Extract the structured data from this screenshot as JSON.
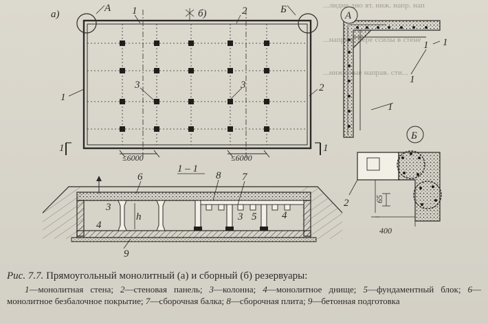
{
  "figure": {
    "part_labels": {
      "a": "а)",
      "b": "б)"
    },
    "callouts": {
      "A": "А",
      "B": "Б"
    },
    "section_label": "1 – 1",
    "section_marks": [
      "1",
      "1"
    ],
    "dimensions": {
      "span_left": "≤6000",
      "span_right": "≤6000",
      "d65": "65",
      "d400": "400",
      "h": "h"
    },
    "plan_numbers": [
      "1",
      "2",
      "3",
      "3",
      "2",
      "1",
      "1"
    ],
    "section_numbers": [
      "6",
      "8",
      "7",
      "3",
      "4",
      "3",
      "5",
      "4",
      "9"
    ],
    "detail_numbers": [
      "1",
      "1",
      "1",
      "1",
      "2"
    ]
  },
  "caption": {
    "prefix": "Рис. 7.7.",
    "title": "Прямоугольный монолитный (а) и сборный (б) резервуары:"
  },
  "legend": [
    {
      "num": "1",
      "text": "монолитная стена;"
    },
    {
      "num": "2",
      "text": "стеновая панель;"
    },
    {
      "num": "3",
      "text": "колонна;"
    },
    {
      "num": "4",
      "text": "монолитное днище;"
    },
    {
      "num": "5",
      "text": "фундаментный блок;"
    },
    {
      "num": "6",
      "text": "монолитное безбалочное покрытие;"
    },
    {
      "num": "7",
      "text": "сборочная балка;"
    },
    {
      "num": "8",
      "text": "сборочная плита;"
    },
    {
      "num": "9",
      "text": "бетонная подготовка"
    }
  ],
  "bleed_through": [
    "...лидне дно ят. ниж. напр. нап",
    "...напряж. пере ссилы в стене",
    "...нижн.ные направ. сти..."
  ]
}
